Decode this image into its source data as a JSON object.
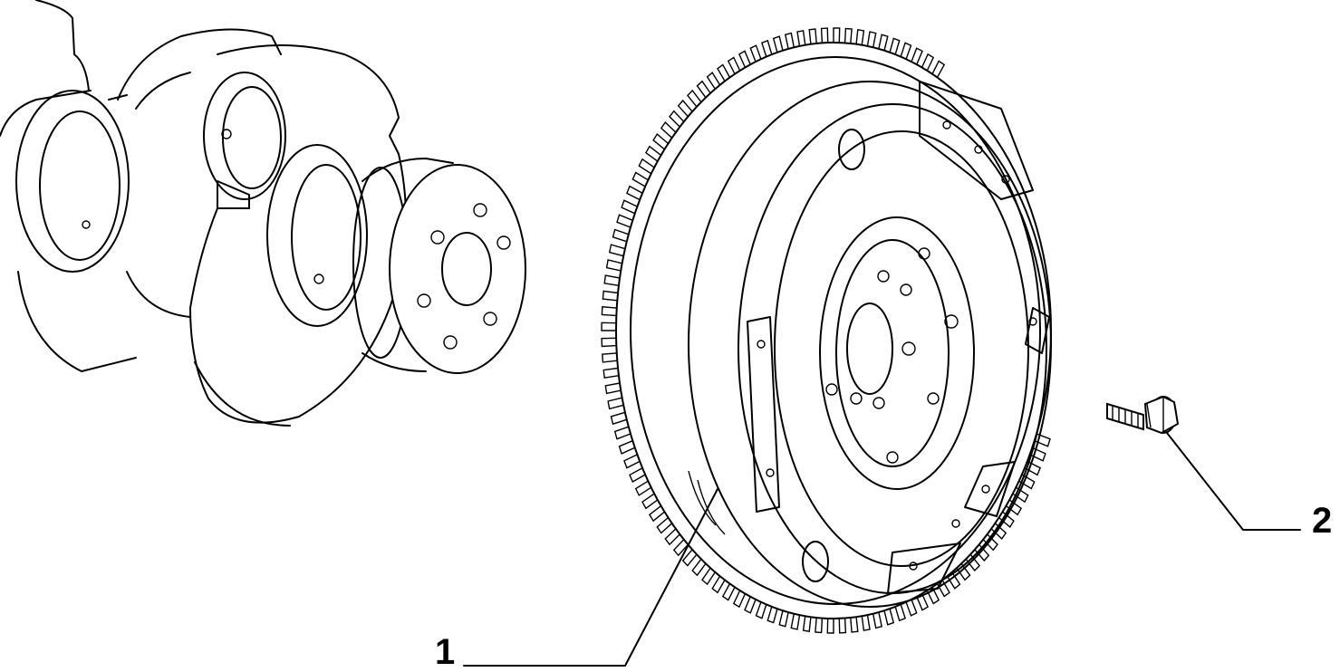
{
  "callouts": [
    {
      "id": "1",
      "label": "1"
    },
    {
      "id": "2",
      "label": "2"
    }
  ],
  "parts": {
    "crankshaft": "crankshaft",
    "flywheel": "flywheel",
    "bolt": "bolt"
  },
  "colors": {
    "line": "#000000",
    "background": "#ffffff"
  }
}
